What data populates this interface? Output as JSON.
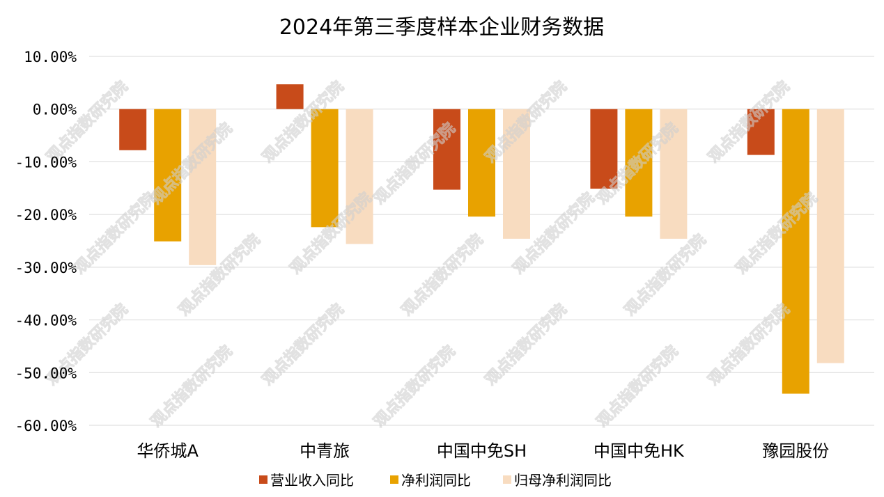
{
  "chart_data": {
    "type": "bar",
    "title": "2024年第三季度样本企业财务数据",
    "categories": [
      "华侨城A",
      "中青旅",
      "中国中免SH",
      "中国中免HK",
      "豫园股份"
    ],
    "series": [
      {
        "name": "营业收入同比",
        "color": "#C84B1A",
        "values": [
          -7.8,
          4.7,
          -15.3,
          -15.1,
          -8.7
        ]
      },
      {
        "name": "净利润同比",
        "color": "#E8A200",
        "values": [
          -25.1,
          -22.4,
          -20.4,
          -20.4,
          -54.0
        ]
      },
      {
        "name": "归母净利润同比",
        "color": "#F8DCC0",
        "values": [
          -29.6,
          -25.6,
          -24.6,
          -24.6,
          -48.2
        ]
      }
    ],
    "yticks": [
      "10.00%",
      "0.00%",
      "-10.00%",
      "-20.00%",
      "-30.00%",
      "-40.00%",
      "-50.00%",
      "-60.00%"
    ],
    "ylim": [
      -60,
      10
    ],
    "grid": true,
    "legend": "bottom",
    "watermark": "观点指数研究院"
  }
}
